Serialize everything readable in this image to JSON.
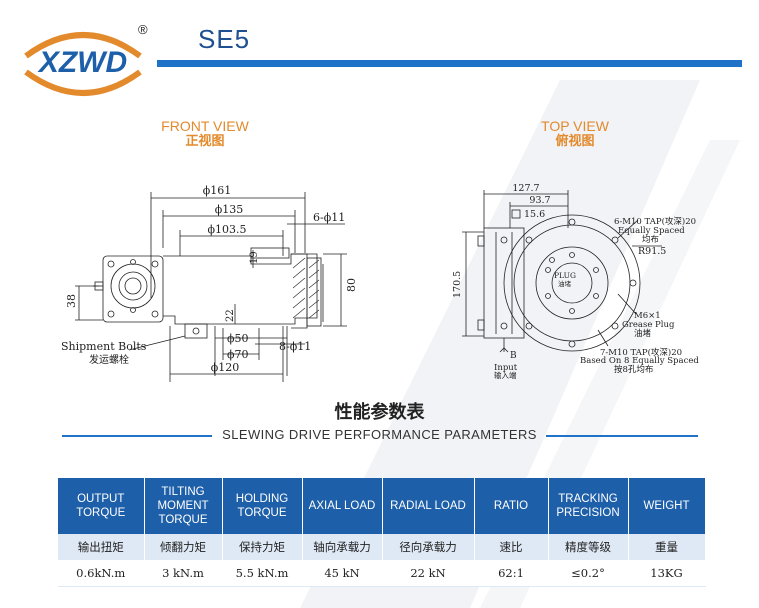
{
  "brand": {
    "logo_text": "XZWD",
    "registered": "®"
  },
  "model": "SE5",
  "front_view": {
    "title_en": "FRONT VIEW",
    "title_cn": "正视图",
    "dims": {
      "d161": "ϕ161",
      "d135": "ϕ135",
      "d103": "ϕ103.5",
      "holes_top": "6-ϕ11",
      "d19": "19",
      "d80": "80",
      "d38": "38",
      "d22": "22",
      "d50": "ϕ50",
      "d70": "ϕ70",
      "holes_bottom": "8-ϕ11",
      "d120": "ϕ120"
    },
    "shipment_bolts_en": "Shipment Bolts",
    "shipment_bolts_cn": "发运螺栓"
  },
  "top_view": {
    "title_en": "TOP VIEW",
    "title_cn": "俯视图",
    "dims": {
      "d127": "127.7",
      "d93": "93.7",
      "d15": "15.6",
      "d170": "170.5",
      "r91": "R91.5",
      "tap6_1": "6-M10 TAP(攻深)20",
      "tap6_2": "Equally Spaced",
      "tap6_3": "均布",
      "plug_en": "PLUG",
      "plug_cn": "油堵",
      "grease_1": "M6×1",
      "grease_2": "Grease Plug",
      "grease_3": "油堵",
      "tap7_1": "7-M10 TAP(攻深)20",
      "tap7_2": "Based On 8 Equally Spaced",
      "tap7_3": "按8孔均布",
      "b_label": "B",
      "input_en": "Input",
      "input_cn": "输入端"
    }
  },
  "performance": {
    "title_cn": "性能参数表",
    "title_en": "SLEWING DRIVE PERFORMANCE PARAMETERS",
    "columns": [
      {
        "en": [
          "OUTPUT",
          "TORQUE"
        ],
        "cn": "输出扭矩",
        "value": "0.6kN.m"
      },
      {
        "en": [
          "TILTING",
          "MOMENT",
          "TORQUE"
        ],
        "cn": "倾翻力矩",
        "value": "3 kN.m"
      },
      {
        "en": [
          "HOLDING",
          "TORQUE"
        ],
        "cn": "保持力矩",
        "value": "5.5 kN.m"
      },
      {
        "en": [
          "AXIAL LOAD"
        ],
        "cn": "轴向承载力",
        "value": "45 kN"
      },
      {
        "en": [
          "RADIAL LOAD"
        ],
        "cn": "径向承载力",
        "value": "22 kN"
      },
      {
        "en": [
          "RATIO"
        ],
        "cn": "速比",
        "value": "62:1"
      },
      {
        "en": [
          "TRACKING",
          "PRECISION"
        ],
        "cn": "精度等级",
        "value": "≤0.2°"
      },
      {
        "en": [
          "WEIGHT"
        ],
        "cn": "重量",
        "value": "13KG"
      }
    ]
  },
  "colors": {
    "brand_blue": "#1e5fa9",
    "accent_orange": "#e38a2c",
    "bar_blue": "#1e73c8"
  }
}
